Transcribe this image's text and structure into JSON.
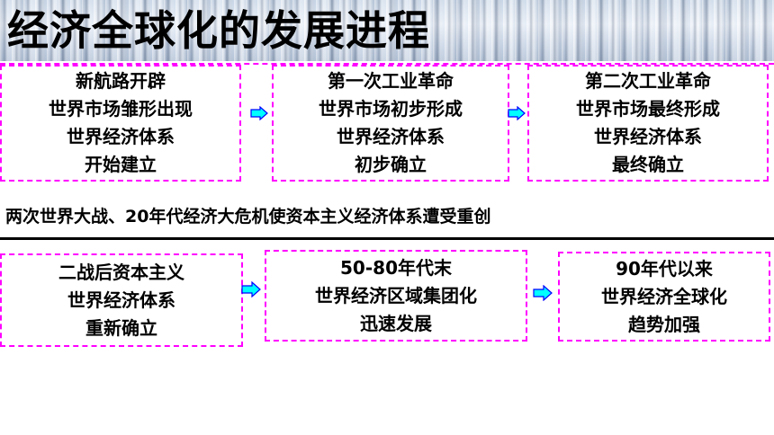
{
  "title": "经济全球化的发展进程",
  "row1": [
    {
      "lines": [
        "新航路开辟",
        "世界市场雏形出现",
        "世界经济体系",
        "开始建立"
      ]
    },
    {
      "lines": [
        "第一次工业革命",
        "世界市场初步形成",
        "世界经济体系",
        "初步确立"
      ]
    },
    {
      "lines": [
        "第二次工业革命",
        "世界市场最终形成",
        "世界经济体系",
        "最终确立"
      ]
    }
  ],
  "middle_text": "两次世界大战、20年代经济大危机使资本主义经济体系遭受重创",
  "row2": [
    {
      "lines": [
        "二战后资本主义",
        "世界经济体系",
        "重新确立"
      ]
    },
    {
      "lines": [
        "50-80年代末",
        "世界经济区域集团化",
        "迅速发展"
      ]
    },
    {
      "lines": [
        "90年代以来",
        "世界经济全球化",
        "趋势加强"
      ]
    }
  ],
  "colors": {
    "border": "#ff00ff",
    "arrow_fill": "#00ffff",
    "arrow_stroke": "#0000ff"
  }
}
